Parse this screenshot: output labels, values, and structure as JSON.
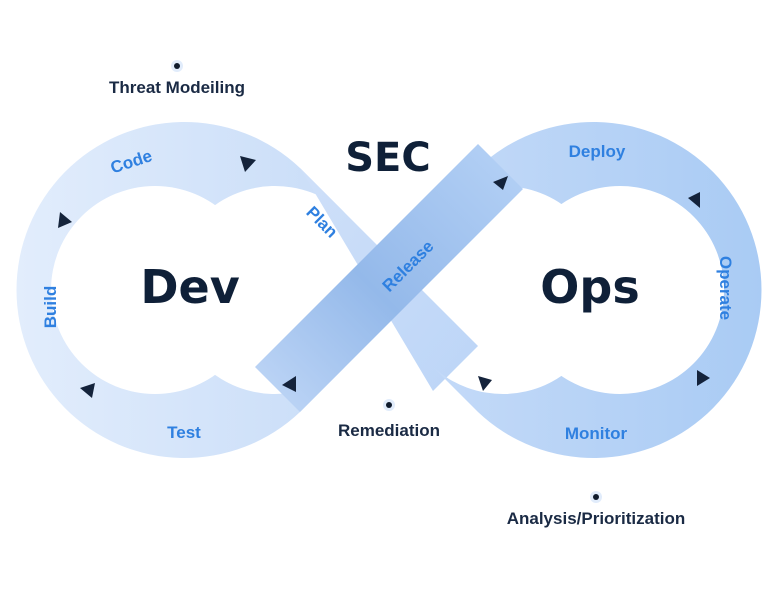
{
  "diagram": {
    "type": "devsecops-infinity-loop",
    "center_title": "SEC",
    "left_loop_title": "Dev",
    "right_loop_title": "Ops",
    "stages": [
      {
        "id": "code",
        "label": "Code",
        "loop": "dev"
      },
      {
        "id": "plan",
        "label": "Plan",
        "loop": "dev"
      },
      {
        "id": "release",
        "label": "Release",
        "loop": "ops"
      },
      {
        "id": "deploy",
        "label": "Deploy",
        "loop": "ops"
      },
      {
        "id": "operate",
        "label": "Operate",
        "loop": "ops"
      },
      {
        "id": "monitor",
        "label": "Monitor",
        "loop": "ops"
      },
      {
        "id": "test",
        "label": "Test",
        "loop": "dev"
      },
      {
        "id": "build",
        "label": "Build",
        "loop": "dev"
      }
    ],
    "security_notes": [
      {
        "id": "threat-modeling",
        "label": "Threat Modeiling"
      },
      {
        "id": "remediation",
        "label": "Remediation"
      },
      {
        "id": "analysis",
        "label": "Analysis/Prioritization"
      }
    ],
    "colors": {
      "band_light": "#dbe8fb",
      "band_mid": "#bcd6f7",
      "band_dark": "#9ec3f2",
      "stage_text": "#2f80e0",
      "title_text": "#0f2038",
      "note_text": "#1a2a44",
      "arrow": "#14233b"
    }
  }
}
